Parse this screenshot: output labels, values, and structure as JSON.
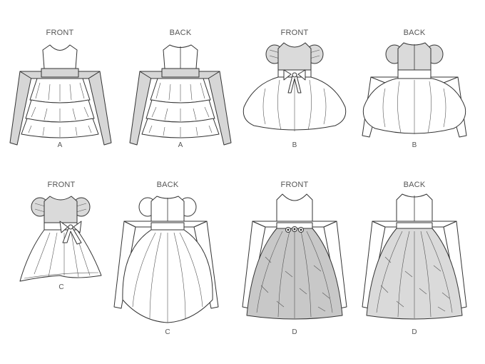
{
  "views": [
    {
      "id": "a-front",
      "view_label": "FRONT",
      "letter": "A"
    },
    {
      "id": "a-back",
      "view_label": "BACK",
      "letter": "A"
    },
    {
      "id": "b-front",
      "view_label": "FRONT",
      "letter": "B"
    },
    {
      "id": "b-back",
      "view_label": "BACK",
      "letter": "B"
    },
    {
      "id": "c-front",
      "view_label": "FRONT",
      "letter": "C"
    },
    {
      "id": "c-back",
      "view_label": "BACK",
      "letter": "C"
    },
    {
      "id": "d-front",
      "view_label": "FRONT",
      "letter": "D"
    },
    {
      "id": "d-back",
      "view_label": "BACK",
      "letter": "D"
    }
  ],
  "colors": {
    "line": "#333333",
    "fill_gray": "#d6d6d6",
    "overlay_gray": "#c8c8c8"
  }
}
